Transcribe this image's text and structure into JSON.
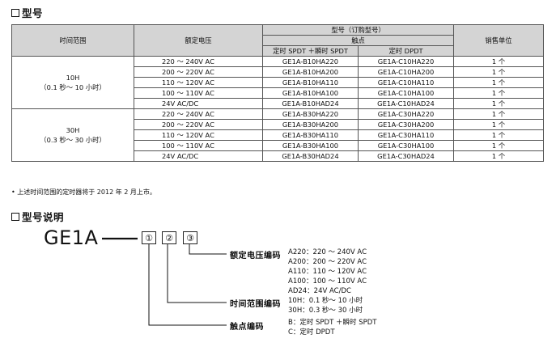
{
  "section1": {
    "title": "型号"
  },
  "table": {
    "header": {
      "time_range": "时间范围",
      "rated_voltage": "额定电压",
      "model_group": "型号（订购型号）",
      "contact": "触点",
      "spdt": "定时 SPDT ＋瞬时 SPDT",
      "dpdt": "定时 DPDT",
      "sales_unit": "销售单位"
    },
    "groups": [
      {
        "range_main": "10H",
        "range_sub": "（0.1 秒～ 10 小时）",
        "rows": [
          {
            "voltage": "220 ～ 240V AC",
            "spdt": "GE1A-B10HA220",
            "dpdt": "GE1A-C10HA220",
            "unit": "1 个"
          },
          {
            "voltage": "200 ～ 220V AC",
            "spdt": "GE1A-B10HA200",
            "dpdt": "GE1A-C10HA200",
            "unit": "1 个"
          },
          {
            "voltage": "110 ～ 120V AC",
            "spdt": "GE1A-B10HA110",
            "dpdt": "GE1A-C10HA110",
            "unit": "1 个"
          },
          {
            "voltage": "100 ～ 110V AC",
            "spdt": "GE1A-B10HA100",
            "dpdt": "GE1A-C10HA100",
            "unit": "1 个"
          },
          {
            "voltage": "24V AC/DC",
            "spdt": "GE1A-B10HAD24",
            "dpdt": "GE1A-C10HAD24",
            "unit": "1 个"
          }
        ]
      },
      {
        "range_main": "30H",
        "range_sub": "（0.3 秒～ 30 小时）",
        "rows": [
          {
            "voltage": "220 ～ 240V AC",
            "spdt": "GE1A-B30HA220",
            "dpdt": "GE1A-C30HA220",
            "unit": "1 个"
          },
          {
            "voltage": "200 ～ 220V AC",
            "spdt": "GE1A-B30HA200",
            "dpdt": "GE1A-C30HA200",
            "unit": "1 个"
          },
          {
            "voltage": "110 ～ 120V AC",
            "spdt": "GE1A-B30HA110",
            "dpdt": "GE1A-C30HA110",
            "unit": "1 个"
          },
          {
            "voltage": "100 ～ 110V AC",
            "spdt": "GE1A-B30HA100",
            "dpdt": "GE1A-C30HA100",
            "unit": "1 个"
          },
          {
            "voltage": "24V AC/DC",
            "spdt": "GE1A-B30HAD24",
            "dpdt": "GE1A-C30HAD24",
            "unit": "1 个"
          }
        ]
      }
    ]
  },
  "note": "• 上述时间范围的定时器将于 2012 年 2 月上市。",
  "section2": {
    "title": "型号说明"
  },
  "model": {
    "name": "GE1A",
    "boxes": [
      "①",
      "②",
      "③"
    ]
  },
  "legend": {
    "voltage": {
      "label": "额定电压编码",
      "lines": [
        "A220：220 ～ 240V AC",
        "A200：200 ～ 220V AC",
        "A110：110 ～ 120V AC",
        "A100：100 ～ 110V AC",
        "AD24：24V AC/DC"
      ]
    },
    "time": {
      "label": "时间范围编码",
      "lines": [
        "10H：0.1 秒～ 10 小时",
        "30H：0.3 秒～ 30 小时"
      ]
    },
    "contact": {
      "label": "触点编码",
      "lines": [
        "B：定时 SPDT ＋瞬时 SPDT",
        "C：定时 DPDT"
      ]
    }
  }
}
